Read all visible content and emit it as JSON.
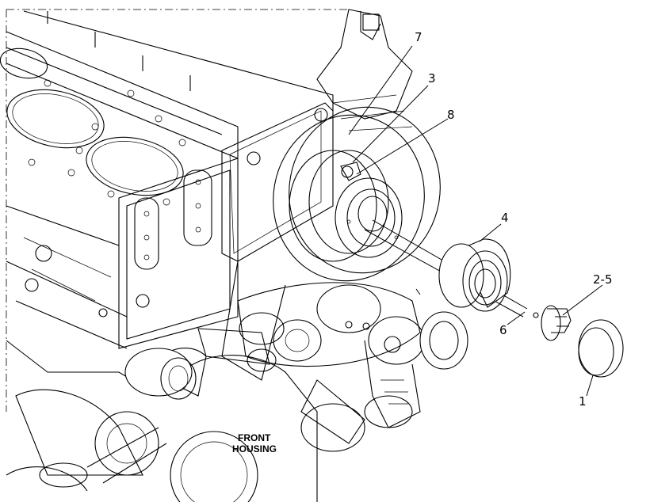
{
  "callouts": {
    "item_7": "7",
    "item_3": "3",
    "item_8": "8",
    "item_4": "4",
    "item_2_5": "2-5",
    "item_6": "6",
    "item_1": "1"
  },
  "labels": {
    "front_housing_line1": "FRONT",
    "front_housing_line2": "HOUSING"
  }
}
